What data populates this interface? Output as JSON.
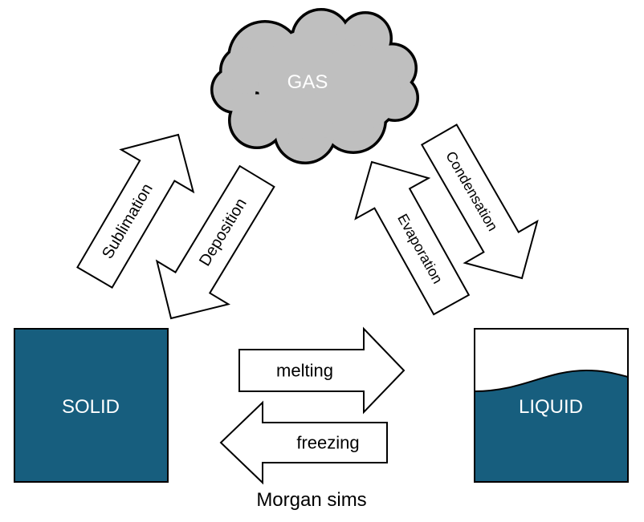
{
  "colors": {
    "state_fill": "#175e7e",
    "gas_fill": "#bfbfbf",
    "outline": "#000000",
    "label_on_dark": "#ffffff"
  },
  "states": {
    "gas": "GAS",
    "solid": "SOLID",
    "liquid": "LIQUID"
  },
  "transitions": {
    "sublimation": "Sublimation",
    "deposition": "Deposition",
    "evaporation": "Evaporation",
    "condensation": "Condensation",
    "melting": "melting",
    "freezing": "freezing"
  },
  "credit": "Morgan sims"
}
